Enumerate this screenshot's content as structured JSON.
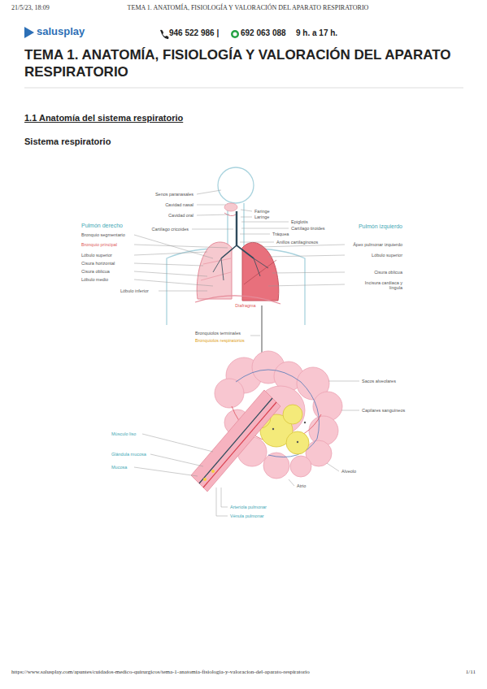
{
  "diagram": {
    "title": "TEMA 1. ANATOMÍA, FISIOLOGÍA Y VALORACIÓN DEL APARATO RESPIRATORIO",
    "labels": [
      "21/5/23, 18:09",
      "TEMA 1. ANATOMÍA, FISIOLOGÍA Y VALORACIÓN DEL APARATO RESPIRATORIO",
      "946 522 986 |",
      "692 063 088",
      "9 h. a 17 h.",
      "salusplay",
      "1.1 Anatomía del sistema respiratorio",
      "Sistema respiratorio",
      "Senos paranasales",
      "Cavidad nasal",
      "Cavidad oral",
      "Cartílago cricoides",
      "Faringe",
      "Laringe",
      "Epiglotis",
      "Cartílago tiroides",
      "Tráquea",
      "Anillos cartilaginosos",
      "Pulmón derecho",
      "Bronquio segmentario",
      "Bronquio principal",
      "Lóbulo superior",
      "Cisura horizontal",
      "Cisura oblicua",
      "Lóbulo medio",
      "Lóbulo inferior",
      "Pulmón izquierdo",
      "Ápex pulmonar izquierdo",
      "Lóbulo superior",
      "Cisura oblicua",
      "Incisura cardíaca y língula",
      "Diafragma",
      "Bronquiolos terminales",
      "Bronquiolos respiratorios",
      "Sacos alveolares",
      "Capilares sanguíneos",
      "Músculo liso",
      "Glándula mucosa",
      "Mucosa",
      "Alveolo",
      "Atrio",
      "Arteriola pulmonar",
      "Vénula pulmonar",
      "https://www.salusplay.com/apuntes/cuidados-medico-quirurgicos/tema-1-anatomia-fisiologia-y-valoracion-del-aparato-respiratorio",
      "1/11"
    ]
  }
}
